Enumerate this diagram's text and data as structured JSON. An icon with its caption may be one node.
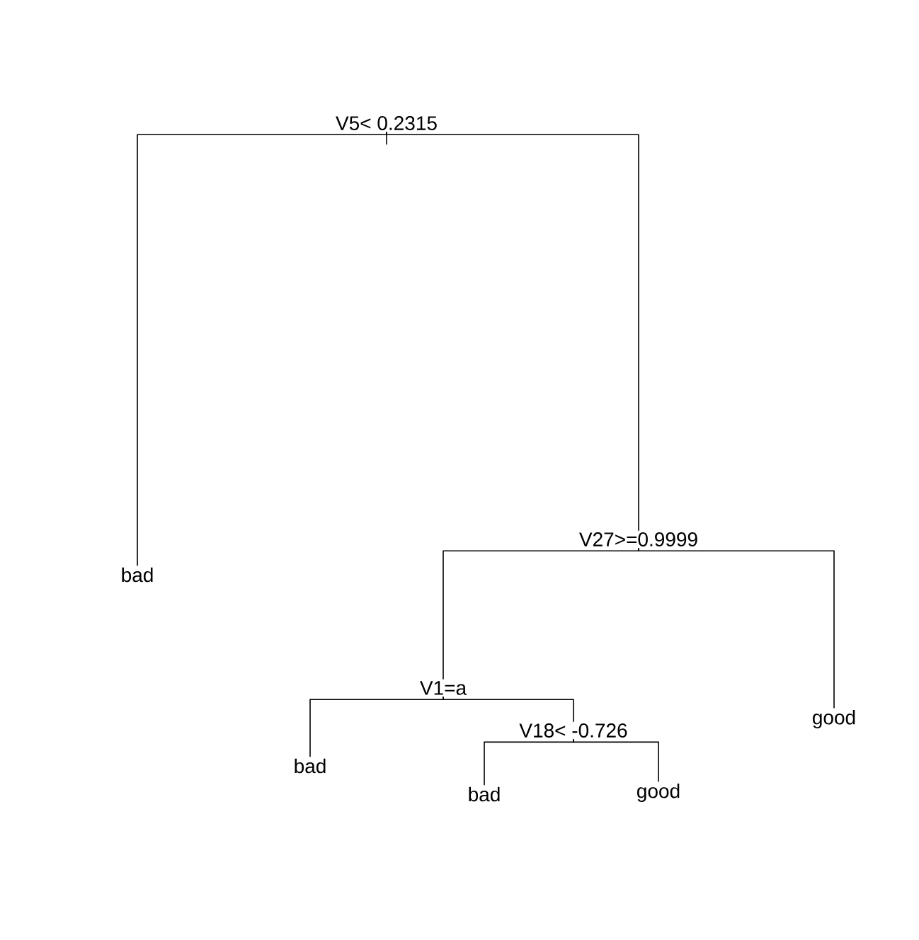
{
  "diagram": {
    "nodes": [
      {
        "text": [
          "V5< 0.2315"
        ]
      },
      {
        "text": [
          "bad"
        ]
      },
      {
        "text": [
          "V27>=0.9999"
        ]
      },
      {
        "text": [
          "V1=a"
        ]
      },
      {
        "text": [
          "bad"
        ]
      },
      {
        "text": [
          "V18< -0.726"
        ]
      },
      {
        "text": [
          "bad"
        ]
      },
      {
        "text": [
          "good"
        ]
      },
      {
        "text": [
          "good"
        ]
      }
    ],
    "edges": [
      {
        "from": 0,
        "to": 1,
        "arrow": "none"
      },
      {
        "from": 0,
        "to": 2,
        "arrow": "none"
      },
      {
        "from": 2,
        "to": 3,
        "arrow": "none"
      },
      {
        "from": 2,
        "to": 8,
        "arrow": "none"
      },
      {
        "from": 3,
        "to": 4,
        "arrow": "none"
      },
      {
        "from": 3,
        "to": 5,
        "arrow": "none"
      },
      {
        "from": 5,
        "to": 6,
        "arrow": "none"
      },
      {
        "from": 5,
        "to": 7,
        "arrow": "none"
      }
    ]
  }
}
